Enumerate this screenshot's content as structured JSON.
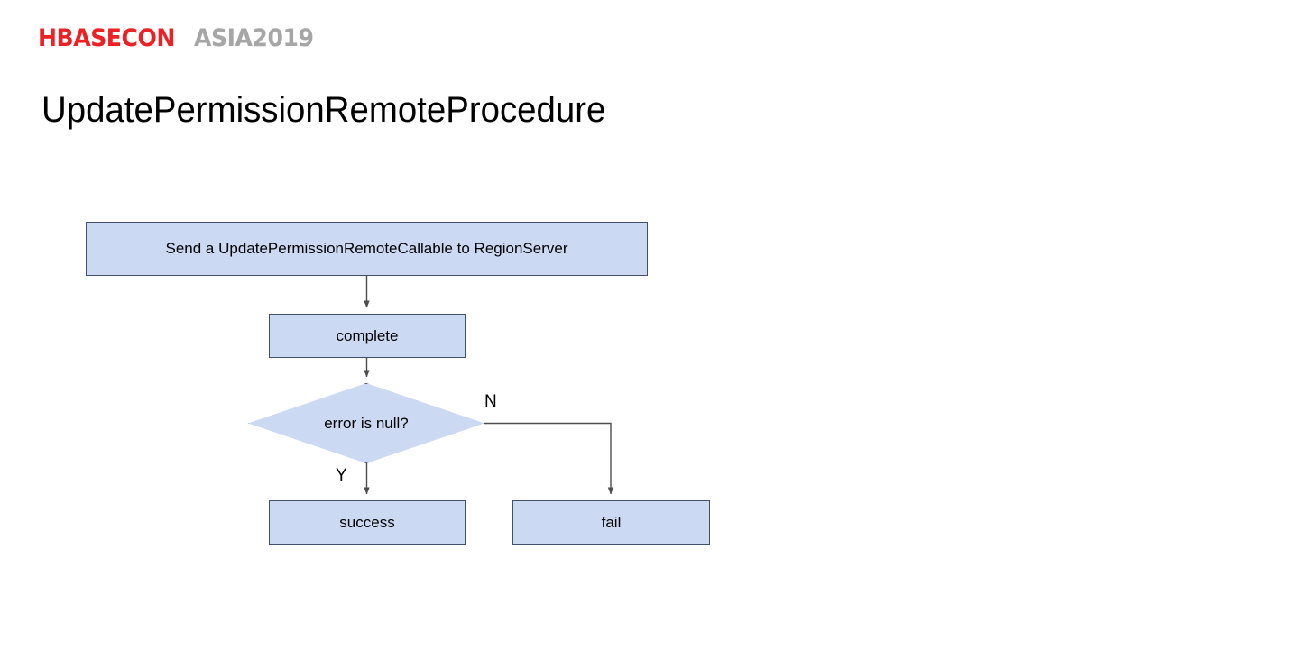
{
  "brand": {
    "primary": "HBASECON",
    "secondary": "ASIA2019",
    "primary_color": "#ed2024",
    "secondary_color": "#a6a6a6"
  },
  "slide": {
    "title": "UpdatePermissionRemoteProcedure"
  },
  "diagram": {
    "type": "flowchart",
    "node_fill": "#ccd9f3",
    "node_border": "#40506b",
    "connector_color": "#4d4d4d",
    "nodes": [
      {
        "id": "send",
        "shape": "rectangle",
        "label": "Send a UpdatePermissionRemoteCallable to RegionServer"
      },
      {
        "id": "complete",
        "shape": "rectangle",
        "label": "complete"
      },
      {
        "id": "decision",
        "shape": "diamond",
        "label": "error is null?"
      },
      {
        "id": "success",
        "shape": "rectangle",
        "label": "success"
      },
      {
        "id": "fail",
        "shape": "rectangle",
        "label": "fail"
      }
    ],
    "edges": [
      {
        "from": "send",
        "to": "complete",
        "label": ""
      },
      {
        "from": "complete",
        "to": "decision",
        "label": ""
      },
      {
        "from": "decision",
        "to": "success",
        "label": "Y"
      },
      {
        "from": "decision",
        "to": "fail",
        "label": "N"
      }
    ],
    "edge_labels": {
      "yes": "Y",
      "no": "N"
    }
  }
}
